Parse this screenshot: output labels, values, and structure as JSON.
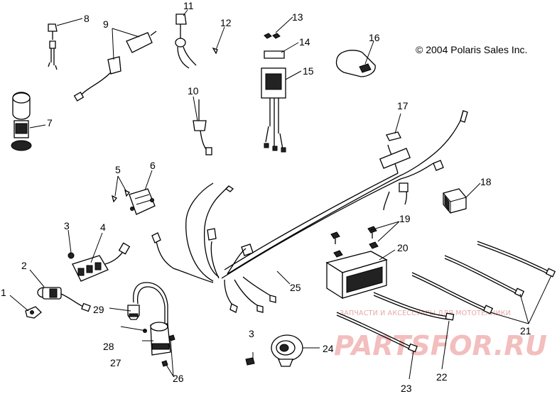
{
  "copyright": "© 2004 Polaris Sales Inc.",
  "watermark": {
    "tagline": "ЗАПЧАСТИ И АКСЕССУАРЫ ДЛЯ МОТОТЕХНИКИ",
    "logo": "PARTSFOR.RU"
  },
  "callouts": {
    "c1": "1",
    "c2": "2",
    "c3a": "3",
    "c3b": "3",
    "c4": "4",
    "c5": "5",
    "c6": "6",
    "c7": "7",
    "c8": "8",
    "c9": "9",
    "c10": "10",
    "c11": "11",
    "c12": "12",
    "c13": "13",
    "c14": "14",
    "c15": "15",
    "c16": "16",
    "c17": "17",
    "c18": "18",
    "c19": "19",
    "c20": "20",
    "c21": "21",
    "c22": "22",
    "c23": "23",
    "c24": "24",
    "c25": "25",
    "c26": "26",
    "c27": "27",
    "c28": "28",
    "c29": "29"
  }
}
